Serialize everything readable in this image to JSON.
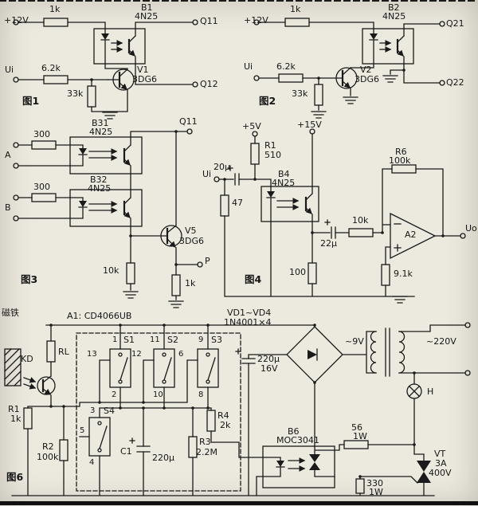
{
  "figures": {
    "fig1": {
      "caption": "图1",
      "vcc": "+12V",
      "r_top": "1k",
      "opto_name": "B1",
      "opto_type": "4N25",
      "out_top": "Q11",
      "out_bottom": "Q12",
      "input": "Ui",
      "r_in": "6.2k",
      "r_base": "33k",
      "transistor_name": "V1",
      "transistor_type": "3DG6"
    },
    "fig2": {
      "caption": "图2",
      "vcc": "+12V",
      "r_top": "1k",
      "opto_name": "B2",
      "opto_type": "4N25",
      "out_top": "Q21",
      "out_bottom": "Q22",
      "input": "Ui",
      "r_in": "6.2k",
      "r_base": "33k",
      "transistor_name": "V2",
      "transistor_type": "3DG6"
    },
    "fig3": {
      "caption": "图3",
      "opto1_name": "B31",
      "opto1_type": "4N25",
      "opto2_name": "B32",
      "opto2_type": "4N25",
      "in_a": "A",
      "in_b": "B",
      "r_a": "300",
      "r_b": "300",
      "out_top": "Q11",
      "tap": "P",
      "transistor_name": "V5",
      "transistor_type": "3DG6",
      "r_base_gnd": "10k",
      "r_emitter": "1k"
    },
    "fig4": {
      "caption": "图4",
      "vcc_led": "+5V",
      "vcc_out": "+15V",
      "r1_name": "R1",
      "r1_val": "510",
      "c_in": "20μ",
      "input": "Ui",
      "r_led": "47",
      "opto_name": "B4",
      "opto_type": "4N25",
      "c_out": "22μ",
      "r_series": "10k",
      "r_fb_name": "R6",
      "r_fb_val": "100k",
      "opamp": "A2",
      "output": "Uo",
      "r_gnd": "100",
      "r_noninv": "9.1k"
    },
    "fig6": {
      "caption": "图6",
      "magnet": "磁铁",
      "sensor": "KD",
      "r_load": "RL",
      "r1_name": "R1",
      "r1_val": "1k",
      "ic_label": "A1: CD4066UB",
      "sw1": {
        "name": "S1",
        "pin_ctrl": "13",
        "pin_in": "1",
        "pin_out": "2"
      },
      "sw2": {
        "name": "S2",
        "pin_ctrl": "12",
        "pin_in": "11",
        "pin_out": "10"
      },
      "sw3": {
        "name": "S3",
        "pin_ctrl": "6",
        "pin_in": "9",
        "pin_out": "8"
      },
      "sw4": {
        "name": "S4",
        "pin_in": "3",
        "pin_ctrl": "5",
        "pin_out": "4"
      },
      "r2_name": "R2",
      "r2_val": "100k",
      "c1_name": "C1",
      "c1_val": "220μ",
      "r3_name": "R3",
      "r3_val": "2.2M",
      "r4_name": "R4",
      "r4_val": "2k",
      "diodes_name": "VD1~VD4",
      "diodes_type": "1N4001×4",
      "ac_secondary": "~9V",
      "ac_mains": "~220V",
      "c2_val": "220μ",
      "c2_voltage": "16V",
      "opto_name": "B6",
      "opto_type": "MOC3041",
      "r5_val": "56",
      "r5_power": "1W",
      "r6_val": "330",
      "r6_power": "1W",
      "triac_name": "VT",
      "triac_current": "3A",
      "triac_voltage": "400V",
      "lamp": "H"
    }
  },
  "colors": {
    "ink": "#1a1a1a",
    "paper": "#ece9df"
  }
}
